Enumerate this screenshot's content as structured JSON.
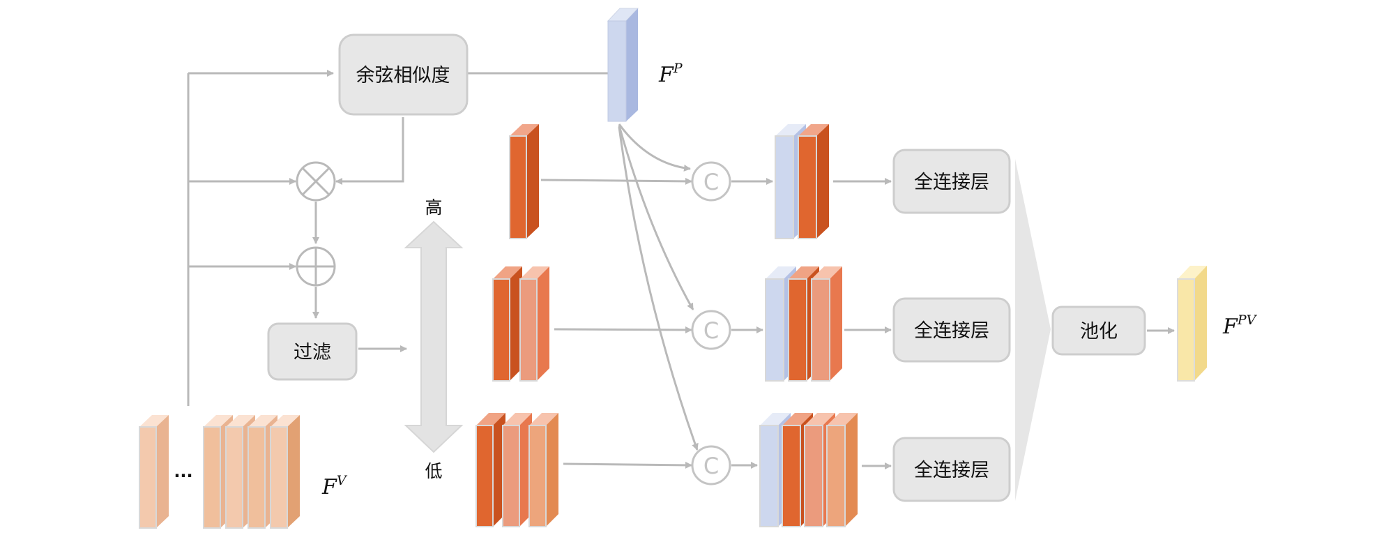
{
  "boxes": {
    "cosine": "余弦相似度",
    "filter": "过滤",
    "fc1": "全连接层",
    "fc2": "全连接层",
    "fc3": "全连接层",
    "pool": "池化"
  },
  "priority": {
    "high": "高",
    "low": "低"
  },
  "ellipsis": "···",
  "concat_symbol": "C",
  "labels": {
    "fp": {
      "base": "F",
      "sup": "P"
    },
    "fv": {
      "base": "F",
      "sup": "V"
    },
    "fpv": {
      "base": "F",
      "sup": "PV"
    }
  },
  "colors": {
    "gray_line": "#b9b9b9",
    "box_fill": "#e7e7e7",
    "blue_feature": "#cdd7ee",
    "orange_dark": "#e0662f",
    "orange_mid": "#eb9b7d",
    "orange_light": "#f0c0a0",
    "yellow_feature": "#f9e7a8"
  }
}
